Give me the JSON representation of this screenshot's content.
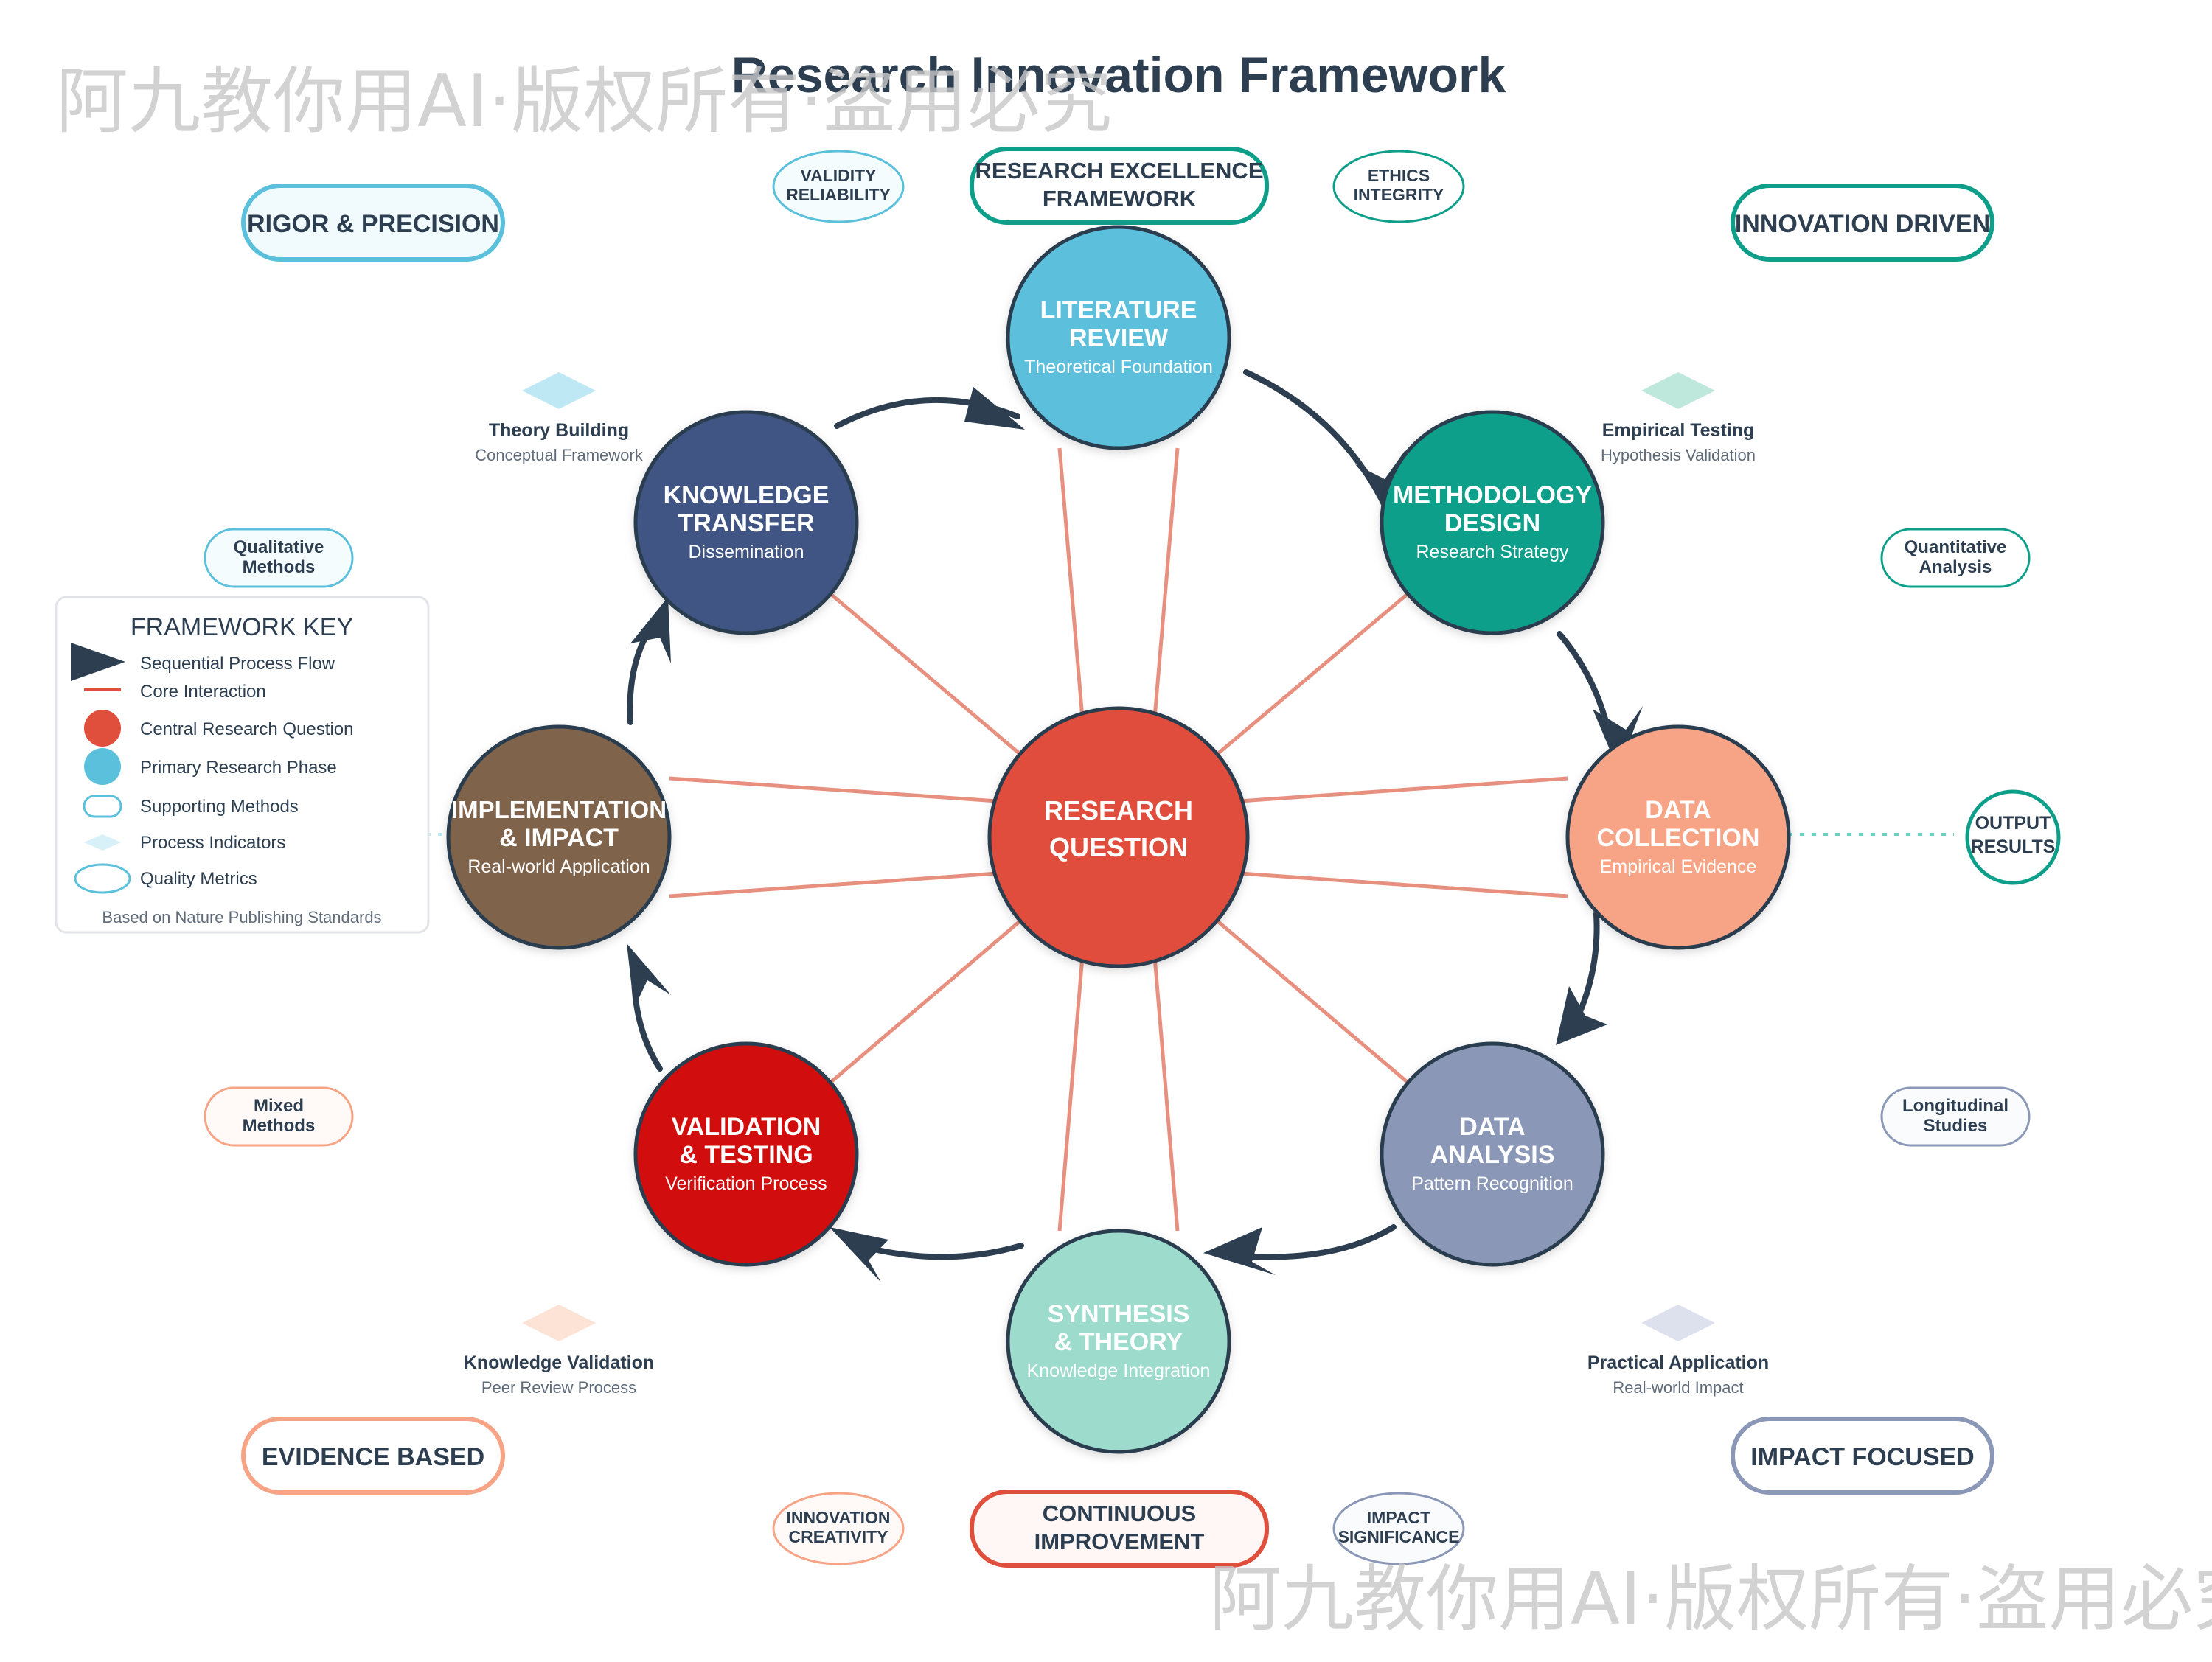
{
  "title": "Research Innovation Framework",
  "watermark": "阿九教你用AI·版权所有·盗用必究",
  "colors": {
    "title": "#2c3e50",
    "arrow": "#2c3e50",
    "core_line": "#e8907f",
    "center": "#e04e3c",
    "teal_dash": "#6ccfc0"
  },
  "center": {
    "line1": "RESEARCH",
    "line2": "QUESTION",
    "color": "#e04e3c"
  },
  "phases": [
    {
      "id": "literature",
      "title1": "LITERATURE",
      "title2": "REVIEW",
      "subtitle": "Theoretical Foundation",
      "color": "#5bc0dc"
    },
    {
      "id": "methodology",
      "title1": "METHODOLOGY",
      "title2": "DESIGN",
      "subtitle": "Research Strategy",
      "color": "#0e9f8a"
    },
    {
      "id": "data-collection",
      "title1": "DATA",
      "title2": "COLLECTION",
      "subtitle": "Empirical Evidence",
      "color": "#f7a486"
    },
    {
      "id": "data-analysis",
      "title1": "DATA",
      "title2": "ANALYSIS",
      "subtitle": "Pattern Recognition",
      "color": "#8b97b7"
    },
    {
      "id": "synthesis",
      "title1": "SYNTHESIS",
      "title2": "& THEORY",
      "subtitle": "Knowledge Integration",
      "color": "#9ddbcc"
    },
    {
      "id": "validation",
      "title1": "VALIDATION",
      "title2": "& TESTING",
      "subtitle": "Verification Process",
      "color": "#d20a0a"
    },
    {
      "id": "implementation",
      "title1": "IMPLEMENTATION",
      "title2": "& IMPACT",
      "subtitle": "Real-world Application",
      "color": "#7f634c"
    },
    {
      "id": "knowledge-transfer",
      "title1": "KNOWLEDGE",
      "title2": "TRANSFER",
      "subtitle": "Dissemination",
      "color": "#3f5584"
    }
  ],
  "corner_labels": [
    {
      "id": "rigor",
      "text": "RIGOR & PRECISION",
      "color": "#5bc0dc"
    },
    {
      "id": "innovation",
      "text": "INNOVATION DRIVEN",
      "color": "#0e9f8a"
    },
    {
      "id": "evidence",
      "text": "EVIDENCE BASED",
      "color": "#f7a486"
    },
    {
      "id": "impact",
      "text": "IMPACT FOCUSED",
      "color": "#8b97b7"
    }
  ],
  "top_banner": {
    "line1": "RESEARCH EXCELLENCE",
    "line2": "FRAMEWORK",
    "color": "#0e9f8a"
  },
  "bottom_banner": {
    "line1": "CONTINUOUS",
    "line2": "IMPROVEMENT",
    "color": "#e04e3c"
  },
  "quality_ovals": [
    {
      "id": "validity",
      "line1": "VALIDITY",
      "line2": "RELIABILITY",
      "color": "#5bc0dc"
    },
    {
      "id": "ethics",
      "line1": "ETHICS",
      "line2": "INTEGRITY",
      "color": "#0e9f8a"
    },
    {
      "id": "innovation-creativity",
      "line1": "INNOVATION",
      "line2": "CREATIVITY",
      "color": "#f7a486"
    },
    {
      "id": "impact-significance",
      "line1": "IMPACT",
      "line2": "SIGNIFICANCE",
      "color": "#8b97b7"
    }
  ],
  "methods": [
    {
      "id": "qualitative",
      "line1": "Qualitative",
      "line2": "Methods",
      "color": "#5bc0dc"
    },
    {
      "id": "quantitative",
      "line1": "Quantitative",
      "line2": "Analysis",
      "color": "#0e9f8a"
    },
    {
      "id": "mixed",
      "line1": "Mixed",
      "line2": "Methods",
      "color": "#f7a486"
    },
    {
      "id": "longitudinal",
      "line1": "Longitudinal",
      "line2": "Studies",
      "color": "#8b97b7"
    }
  ],
  "indicators": [
    {
      "id": "theory-building",
      "title": "Theory Building",
      "subtitle": "Conceptual Framework",
      "color": "#bfe8f5"
    },
    {
      "id": "empirical-testing",
      "title": "Empirical Testing",
      "subtitle": "Hypothesis Validation",
      "color": "#bfe8dc"
    },
    {
      "id": "knowledge-validation",
      "title": "Knowledge Validation",
      "subtitle": "Peer Review Process",
      "color": "#fde3d6"
    },
    {
      "id": "practical-application",
      "title": "Practical Application",
      "subtitle": "Real-world Impact",
      "color": "#dde1ee"
    }
  ],
  "output": {
    "line1": "OUTPUT",
    "line2": "RESULTS",
    "color": "#0e9f8a"
  },
  "legend": {
    "title": "FRAMEWORK KEY",
    "items": [
      "Sequential Process Flow",
      "Core Interaction",
      "Central Research Question",
      "Primary Research Phase",
      "Supporting Methods",
      "Process Indicators",
      "Quality Metrics"
    ],
    "footer": "Based on Nature Publishing Standards"
  }
}
